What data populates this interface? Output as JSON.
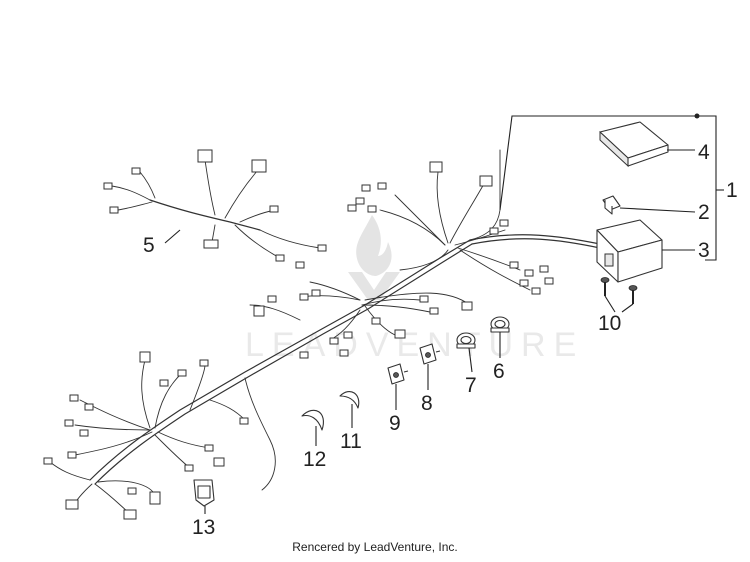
{
  "callouts": [
    "1",
    "2",
    "3",
    "4",
    "5",
    "6",
    "7",
    "8",
    "9",
    "10",
    "11",
    "12",
    "13"
  ],
  "watermark_text": "LEADVENTURE",
  "footer_text": "Rencered by LeadVenture, Inc."
}
